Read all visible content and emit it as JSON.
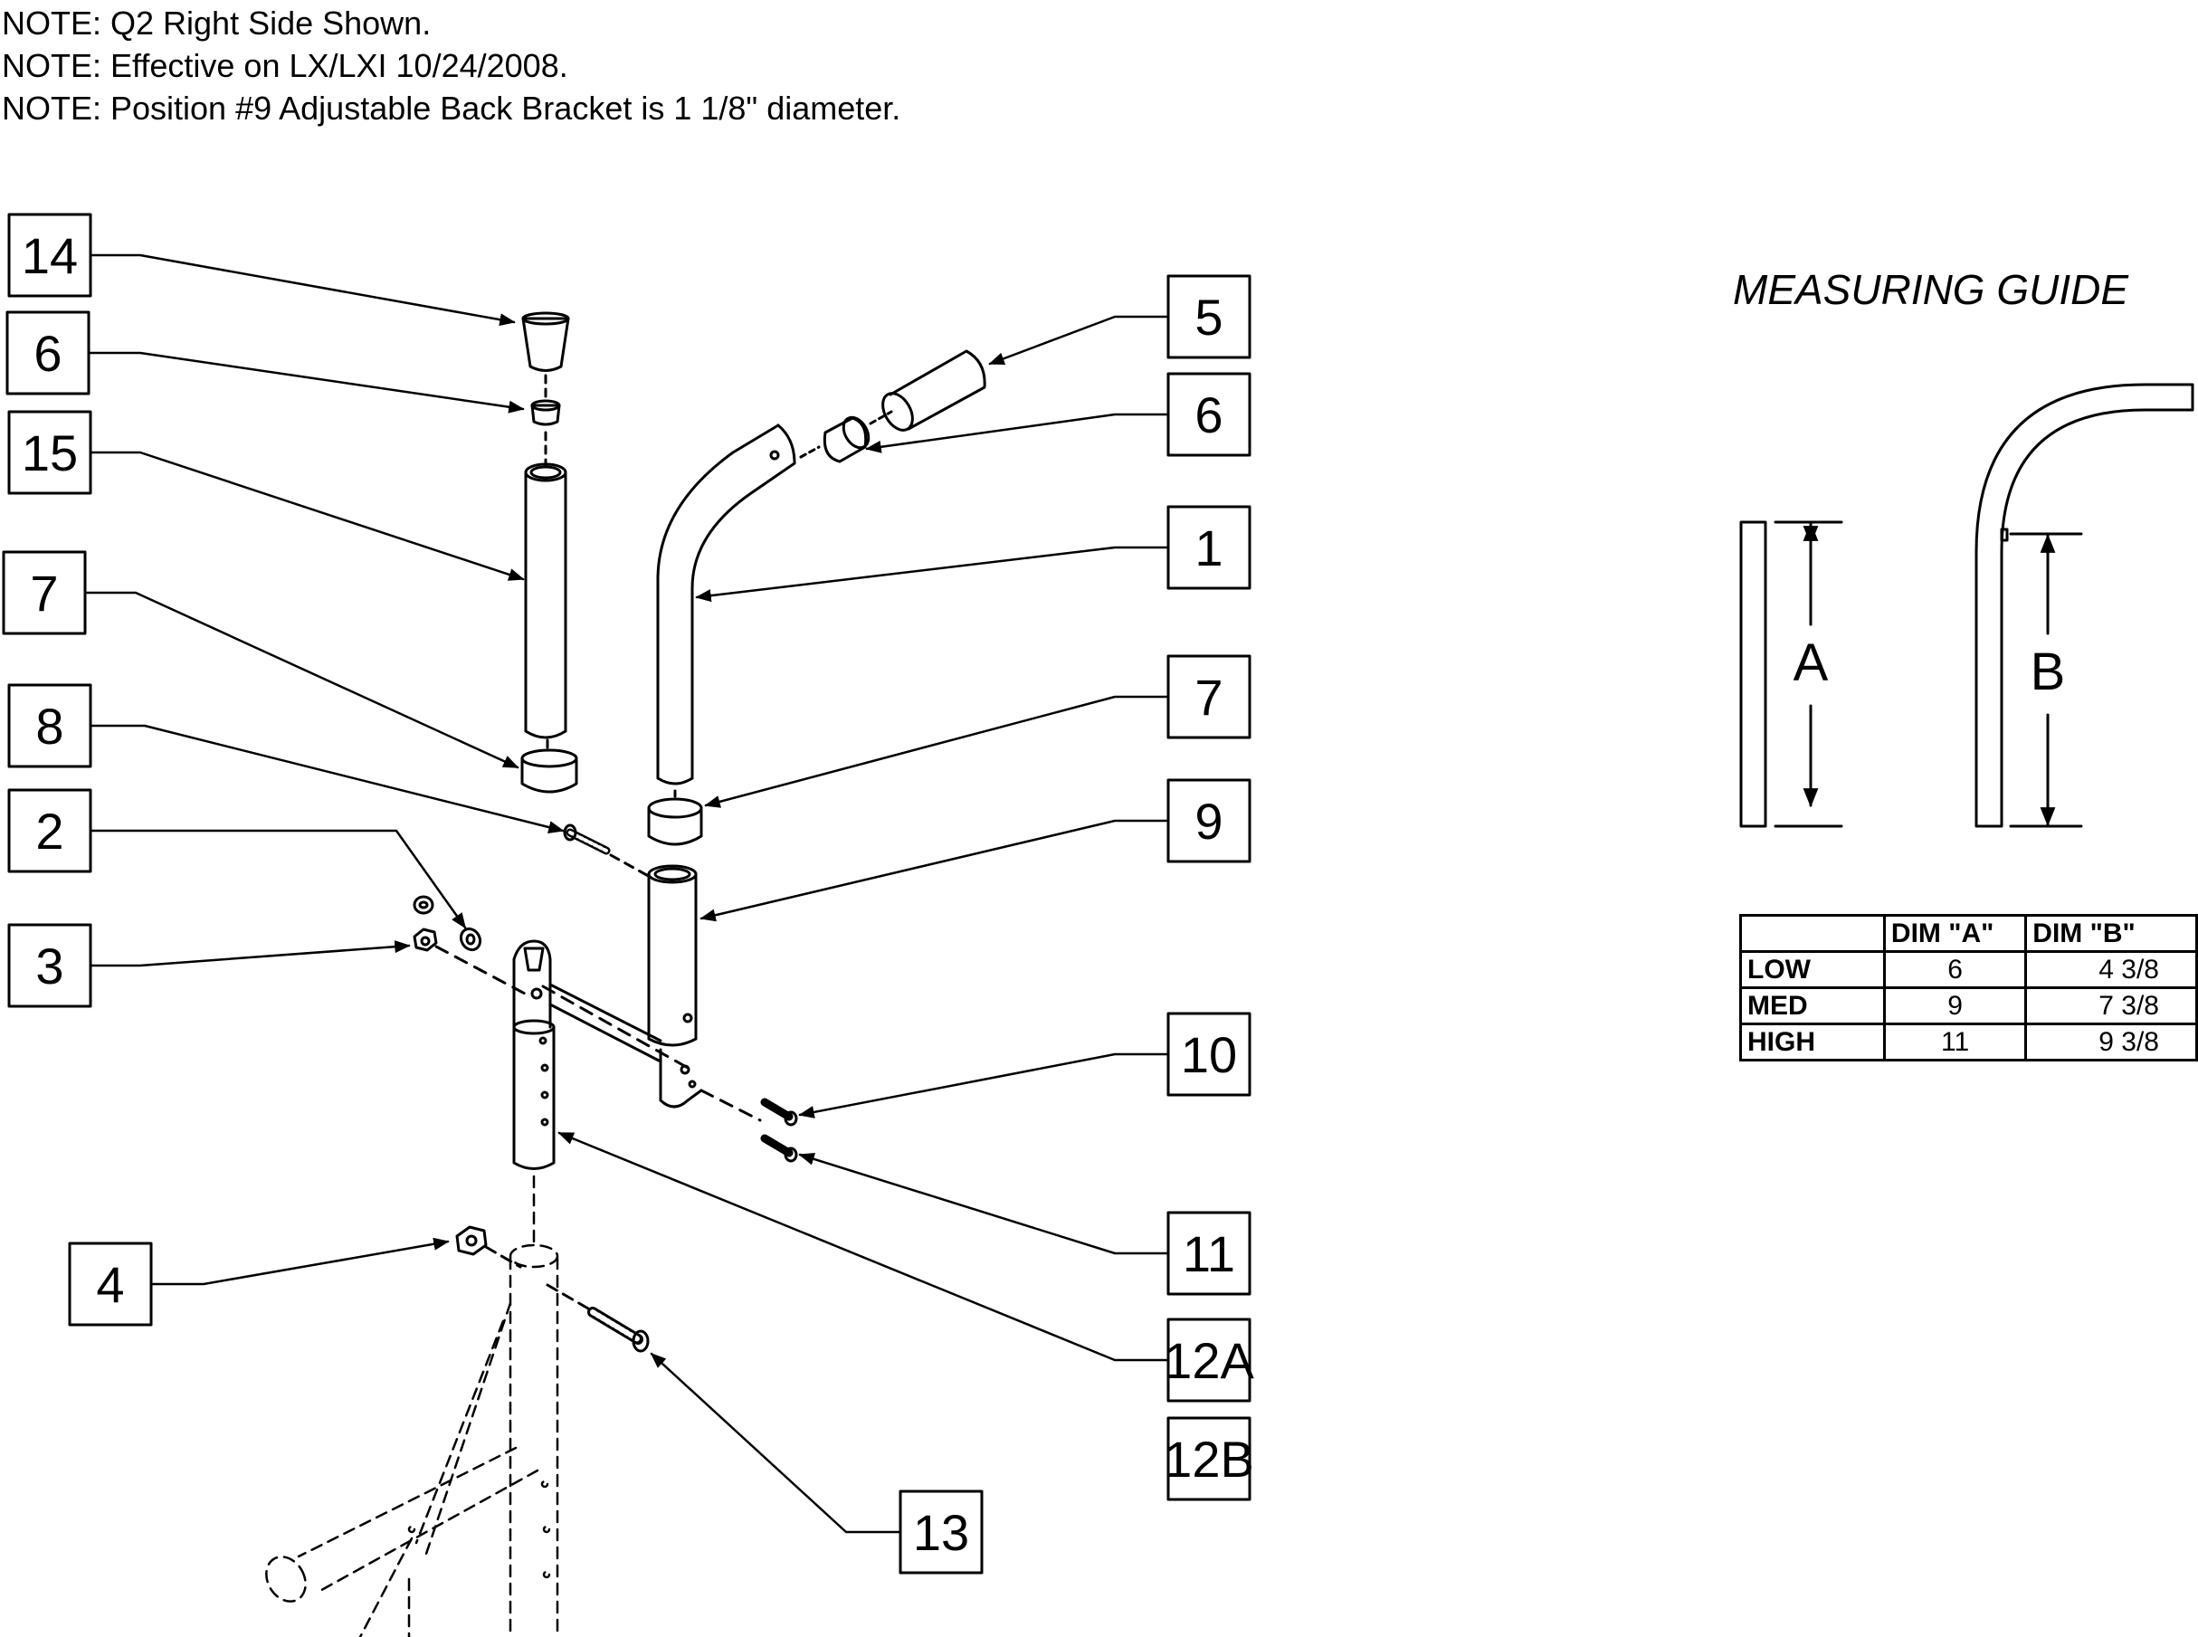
{
  "notes": [
    "NOTE: Q2 Right Side Shown.",
    "NOTE: Effective on LX/LXI 10/24/2008.",
    "NOTE: Position #9 Adjustable Back Bracket is 1 1/8\" diameter."
  ],
  "callouts": [
    "14",
    "6",
    "15",
    "7",
    "8",
    "2",
    "3",
    "4",
    "5",
    "6",
    "1",
    "7",
    "9",
    "10",
    "11",
    "12A",
    "12B",
    "13"
  ],
  "measuring_guide": {
    "title": "MEASURING GUIDE",
    "dim_a_label": "A",
    "dim_b_label": "B"
  },
  "dimension_table": {
    "headers": [
      "",
      "DIM \"A\"",
      "DIM \"B\""
    ],
    "rows": [
      [
        "LOW",
        "6",
        "4 3/8"
      ],
      [
        "MED",
        "9",
        "7 3/8"
      ],
      [
        "HIGH",
        "11",
        "9 3/8"
      ]
    ]
  }
}
